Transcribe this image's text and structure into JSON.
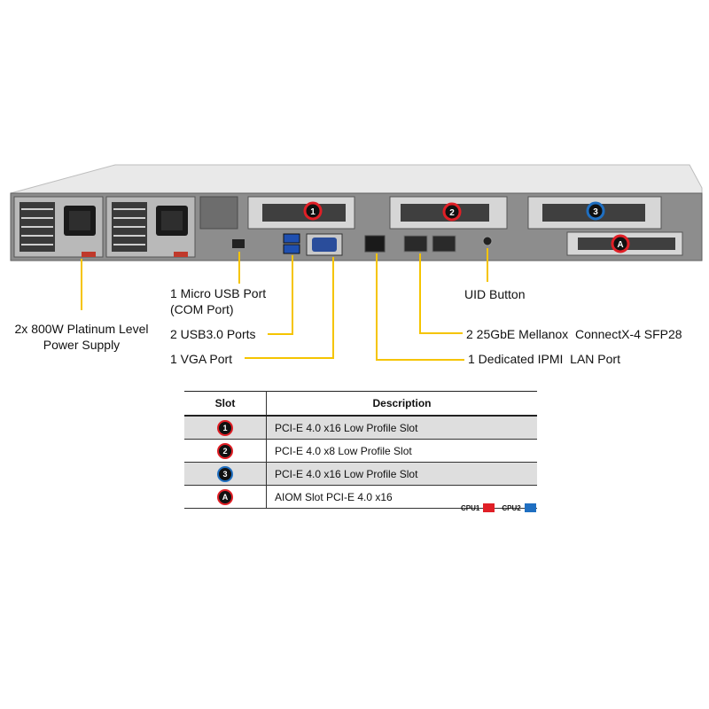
{
  "callouts": {
    "power_supply": {
      "line1": "2x 800W Platinum Level",
      "line2": "Power Supply"
    },
    "micro_usb": {
      "line1": "1 Micro USB Port",
      "line2": "(COM Port)"
    },
    "usb3": "2 USB3.0 Ports",
    "vga": "1 VGA Port",
    "uid": "UID Button",
    "sfp28": "2 25GbE Mellanox  ConnectX-4 SFP28",
    "ipmi": "1 Dedicated IPMI  LAN Port"
  },
  "table": {
    "headers": {
      "slot": "Slot",
      "description": "Description"
    },
    "rows": [
      {
        "badge": "1",
        "description": "PCI-E 4.0 x16 Low Profile Slot",
        "cpu_color": "#e01f26"
      },
      {
        "badge": "2",
        "description": "PCI-E 4.0 x8 Low Profile Slot",
        "cpu_color": "#e01f26"
      },
      {
        "badge": "3",
        "description": "PCI-E 4.0 x16 Low Profile Slot",
        "cpu_color": "#1f6fc1"
      },
      {
        "badge": "A",
        "description": "AIOM Slot PCI-E 4.0 x16",
        "cpu_color": "#e01f26"
      }
    ]
  },
  "legend": {
    "cpu1": {
      "label": "CPU1",
      "color": "#e01f26"
    },
    "cpu2": {
      "label": "CPU2",
      "color": "#1f6fc1"
    }
  },
  "server_badges": [
    "1",
    "2",
    "3",
    "A"
  ],
  "callout_line_color": "#f5c400"
}
